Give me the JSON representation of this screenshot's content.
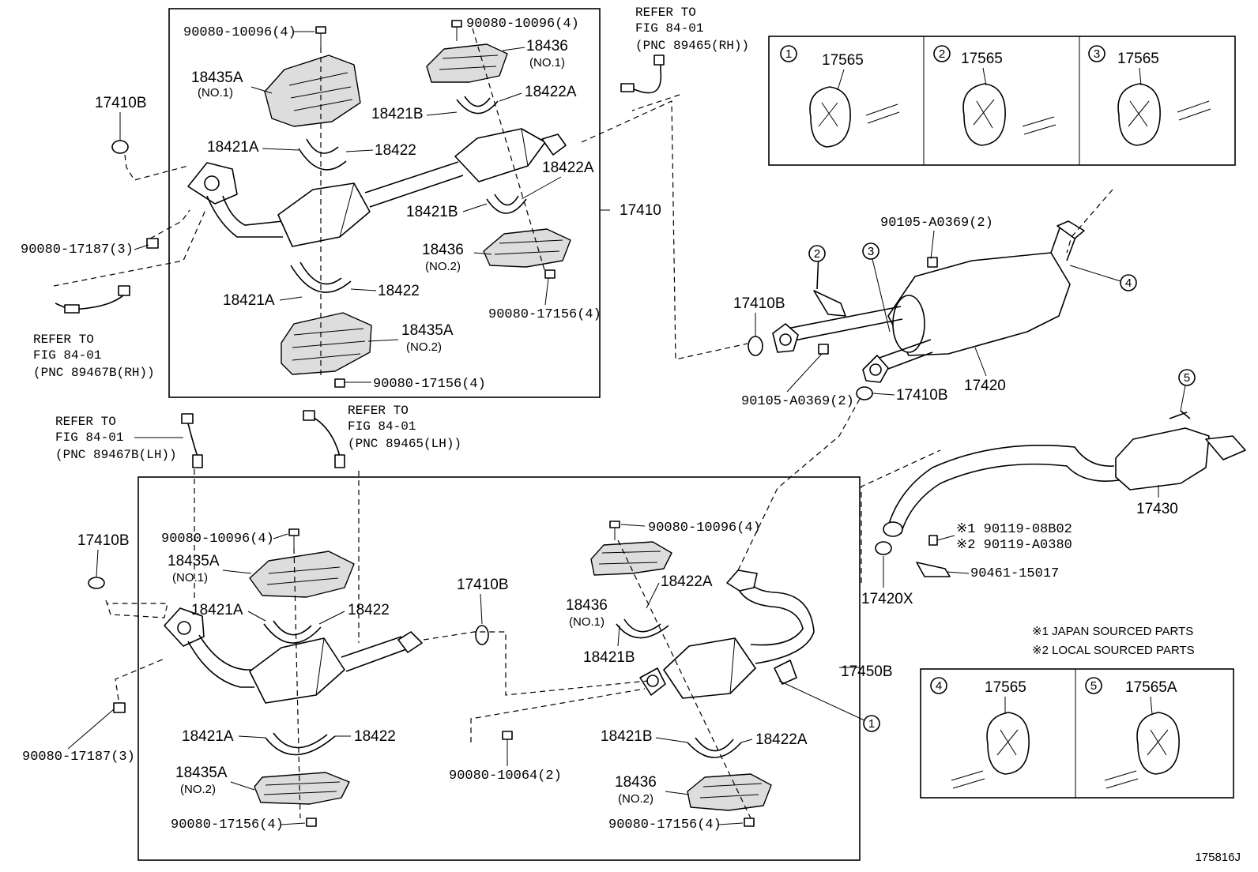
{
  "diagram_id": "175816J",
  "refer": {
    "rh_a": [
      "REFER TO",
      "FIG 84-01",
      "(PNC 89465(RH))"
    ],
    "rh_b": [
      "REFER TO",
      "FIG 84-01",
      "(PNC 89467B(RH))"
    ],
    "lh_a": [
      "REFER TO",
      "FIG 84-01",
      "(PNC 89467B(LH))"
    ],
    "lh_b": [
      "REFER TO",
      "FIG 84-01",
      "(PNC 89465(LH))"
    ]
  },
  "labels": {
    "p17410": "17410",
    "p17450B": "17450B",
    "p17420": "17420",
    "p17430": "17430",
    "p17420X": "17420X",
    "p17410B": "17410B",
    "p18435A": "18435A",
    "p18436": "18436",
    "p18421A": "18421A",
    "p18421B": "18421B",
    "p18422": "18422",
    "p18422A": "18422A",
    "no1": "(NO.1)",
    "no2": "(NO.2)",
    "b10096": "90080-10096(4)",
    "b17187": "90080-17187(3)",
    "b17156": "90080-17156(4)",
    "b10064": "90080-10064(2)",
    "b0369": "90105-A0369(2)",
    "b08B02": "※1 90119-08B02",
    "bA0380": "※2 90119-A0380",
    "b15017": "90461-15017"
  },
  "notes": [
    "※1 JAPAN SOURCED PARTS",
    "※2 LOCAL SOURCED PARTS"
  ],
  "hanger_boxes_top": [
    {
      "num": "1",
      "part": "17565"
    },
    {
      "num": "2",
      "part": "17565"
    },
    {
      "num": "3",
      "part": "17565"
    }
  ],
  "hanger_boxes_bottom": [
    {
      "num": "4",
      "part": "17565"
    },
    {
      "num": "5",
      "part": "17565A"
    }
  ],
  "callouts": [
    "1",
    "2",
    "3",
    "4",
    "5"
  ]
}
